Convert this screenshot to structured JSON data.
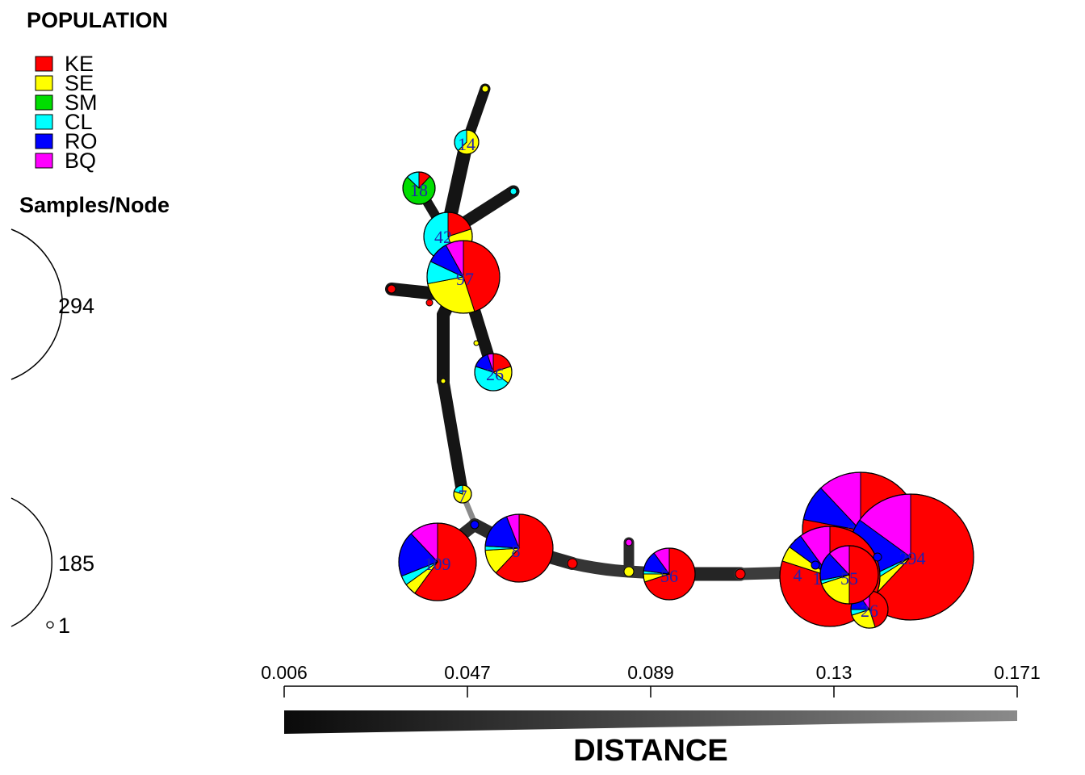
{
  "legend": {
    "title": "POPULATION",
    "items": [
      {
        "label": "KE",
        "color": "#ff0000"
      },
      {
        "label": "SE",
        "color": "#ffff00"
      },
      {
        "label": "SM",
        "color": "#00dd00"
      },
      {
        "label": "CL",
        "color": "#00ffff"
      },
      {
        "label": "RO",
        "color": "#0000ff"
      },
      {
        "label": "BQ",
        "color": "#ff00ff"
      }
    ]
  },
  "size_legend": {
    "title": "Samples/Node",
    "labels": [
      "294",
      "185",
      "1"
    ]
  },
  "distance_axis": {
    "title": "DISTANCE",
    "ticks": [
      "0.006",
      "0.047",
      "0.089",
      "0.13",
      "0.171"
    ]
  },
  "nodes": [
    {
      "label": "14",
      "values": [
        0,
        1,
        0,
        0.6,
        0,
        0
      ]
    },
    {
      "label": "18",
      "values": [
        0.12,
        0,
        0.75,
        0.13,
        0,
        0
      ]
    },
    {
      "label": "42",
      "values": [
        0.2,
        0.25,
        0,
        0.55,
        0,
        0
      ]
    },
    {
      "label": "97",
      "values": [
        0.45,
        0.27,
        0,
        0.1,
        0.1,
        0.08
      ]
    },
    {
      "label": "26",
      "values": [
        0.2,
        0.15,
        0,
        0.45,
        0.15,
        0.05
      ]
    },
    {
      "label": "7",
      "values": [
        0,
        0.8,
        0,
        0.2,
        0,
        0
      ]
    },
    {
      "label": "109",
      "values": [
        0.6,
        0.05,
        0,
        0.04,
        0.19,
        0.12
      ]
    },
    {
      "label": "8",
      "values": [
        0.62,
        0.12,
        0,
        0.02,
        0.18,
        0.06
      ]
    },
    {
      "label": "56",
      "values": [
        0.7,
        0.05,
        0,
        0.02,
        0.13,
        0.1
      ]
    },
    {
      "label": "258",
      "values": [
        0.78,
        0,
        0,
        0,
        0.1,
        0.12
      ]
    },
    {
      "label": "294",
      "values": [
        0.62,
        0.04,
        0,
        0.02,
        0.17,
        0.15
      ]
    },
    {
      "label": "4",
      "values": [
        0.8,
        0.05,
        0,
        0,
        0.05,
        0.1
      ]
    },
    {
      "label": "186",
      "values": [
        0.72,
        0.04,
        0,
        0,
        0.1,
        0.14
      ]
    },
    {
      "label": "55",
      "values": [
        0.5,
        0.2,
        0,
        0.02,
        0.16,
        0.12
      ]
    },
    {
      "label": "26",
      "values": [
        0.45,
        0.25,
        0,
        0.05,
        0.15,
        0.1
      ]
    }
  ]
}
